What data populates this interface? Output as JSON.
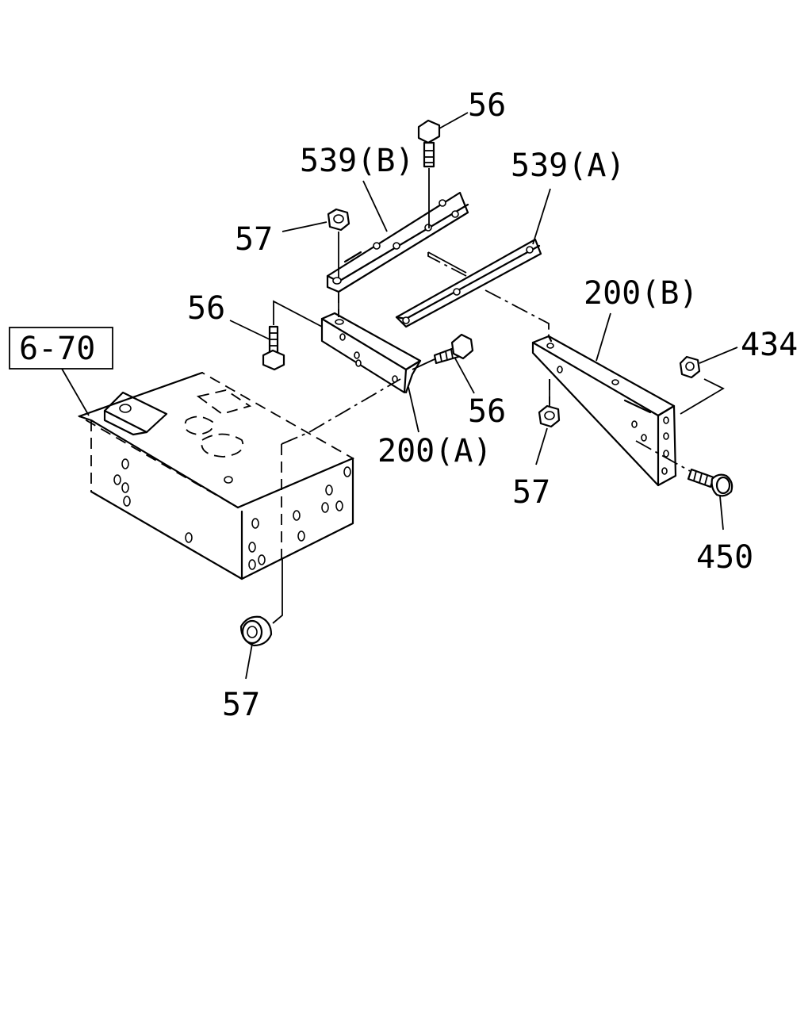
{
  "labels": {
    "bolt_top": "56",
    "bracket_539b": "539(B)",
    "bracket_539a": "539(A)",
    "nut_upper_left": "57",
    "bolt_left": "56",
    "ref_box": "6-70",
    "bolt_middle": "56",
    "bracket_200a": "200(A)",
    "bracket_200b": "200(B)",
    "nut_434": "434",
    "nut_middle": "57",
    "bolt_450": "450",
    "nut_bottom": "57"
  }
}
